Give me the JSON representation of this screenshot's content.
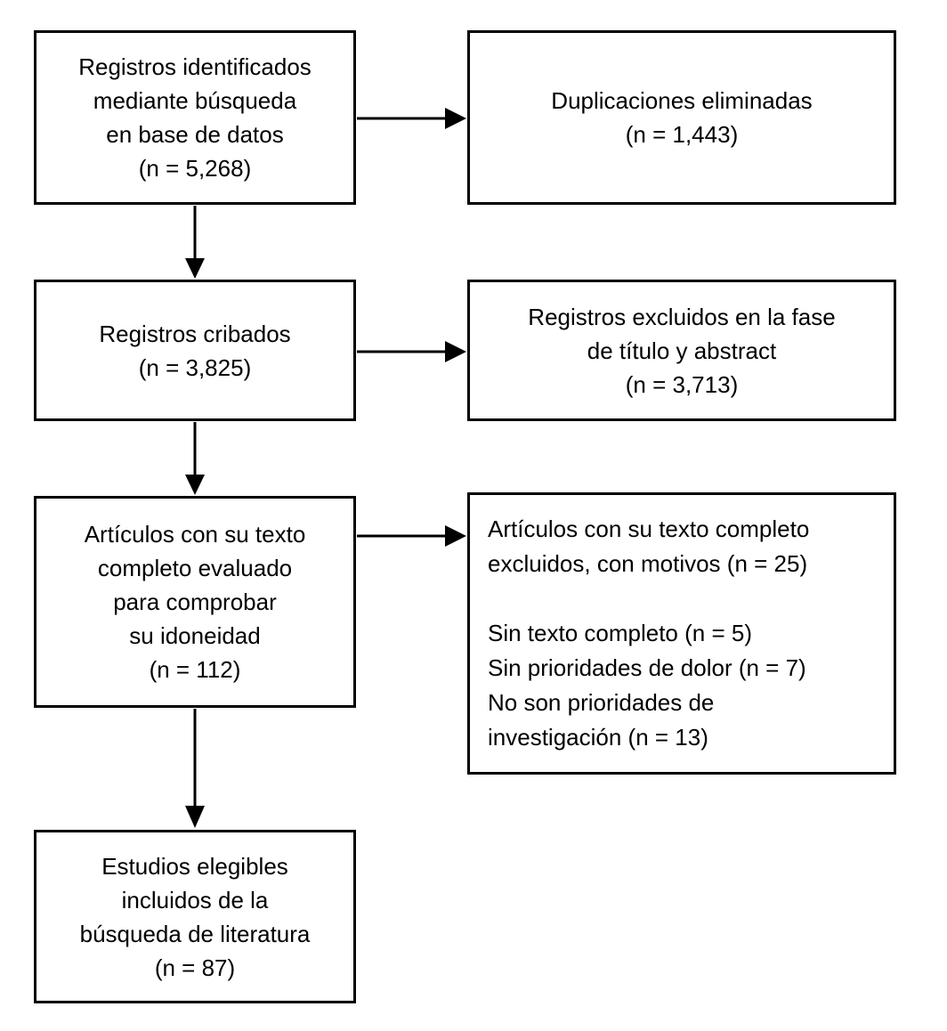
{
  "diagram": {
    "title": "PRISMA flow diagram (Spanish) - literature search",
    "boxes": {
      "identified": {
        "text": "Registros identificados\nmediante búsqueda\nen base de datos\n(n = 5,268)",
        "n": "5,268"
      },
      "duplicates": {
        "text": "Duplicaciones eliminadas\n(n = 1,443)",
        "n": "1,443"
      },
      "screened": {
        "text": "Registros cribados\n(n = 3,825)",
        "n": "3,825"
      },
      "excluded_title_abstract": {
        "text": "Registros excluidos en la fase\nde título y abstract\n(n = 3,713)",
        "n": "3,713"
      },
      "fulltext_assessed": {
        "text": "Artículos con su texto\ncompleto evaluado\npara comprobar\nsu idoneidad\n(n = 112)",
        "n": "112"
      },
      "fulltext_excluded": {
        "text": "Artículos con su texto completo\nexcluidos, con motivos (n = 25)\n\nSin texto completo (n = 5)\nSin prioridades de dolor (n = 7)\nNo son prioridades de\ninvestigación (n = 13)",
        "n": "25"
      },
      "included": {
        "text": "Estudios elegibles\nincluidos de la\nbúsqueda de literatura\n(n = 87)",
        "n": "87"
      }
    },
    "colors": {
      "border": "#000000",
      "text": "#000000",
      "background": "#ffffff"
    }
  }
}
